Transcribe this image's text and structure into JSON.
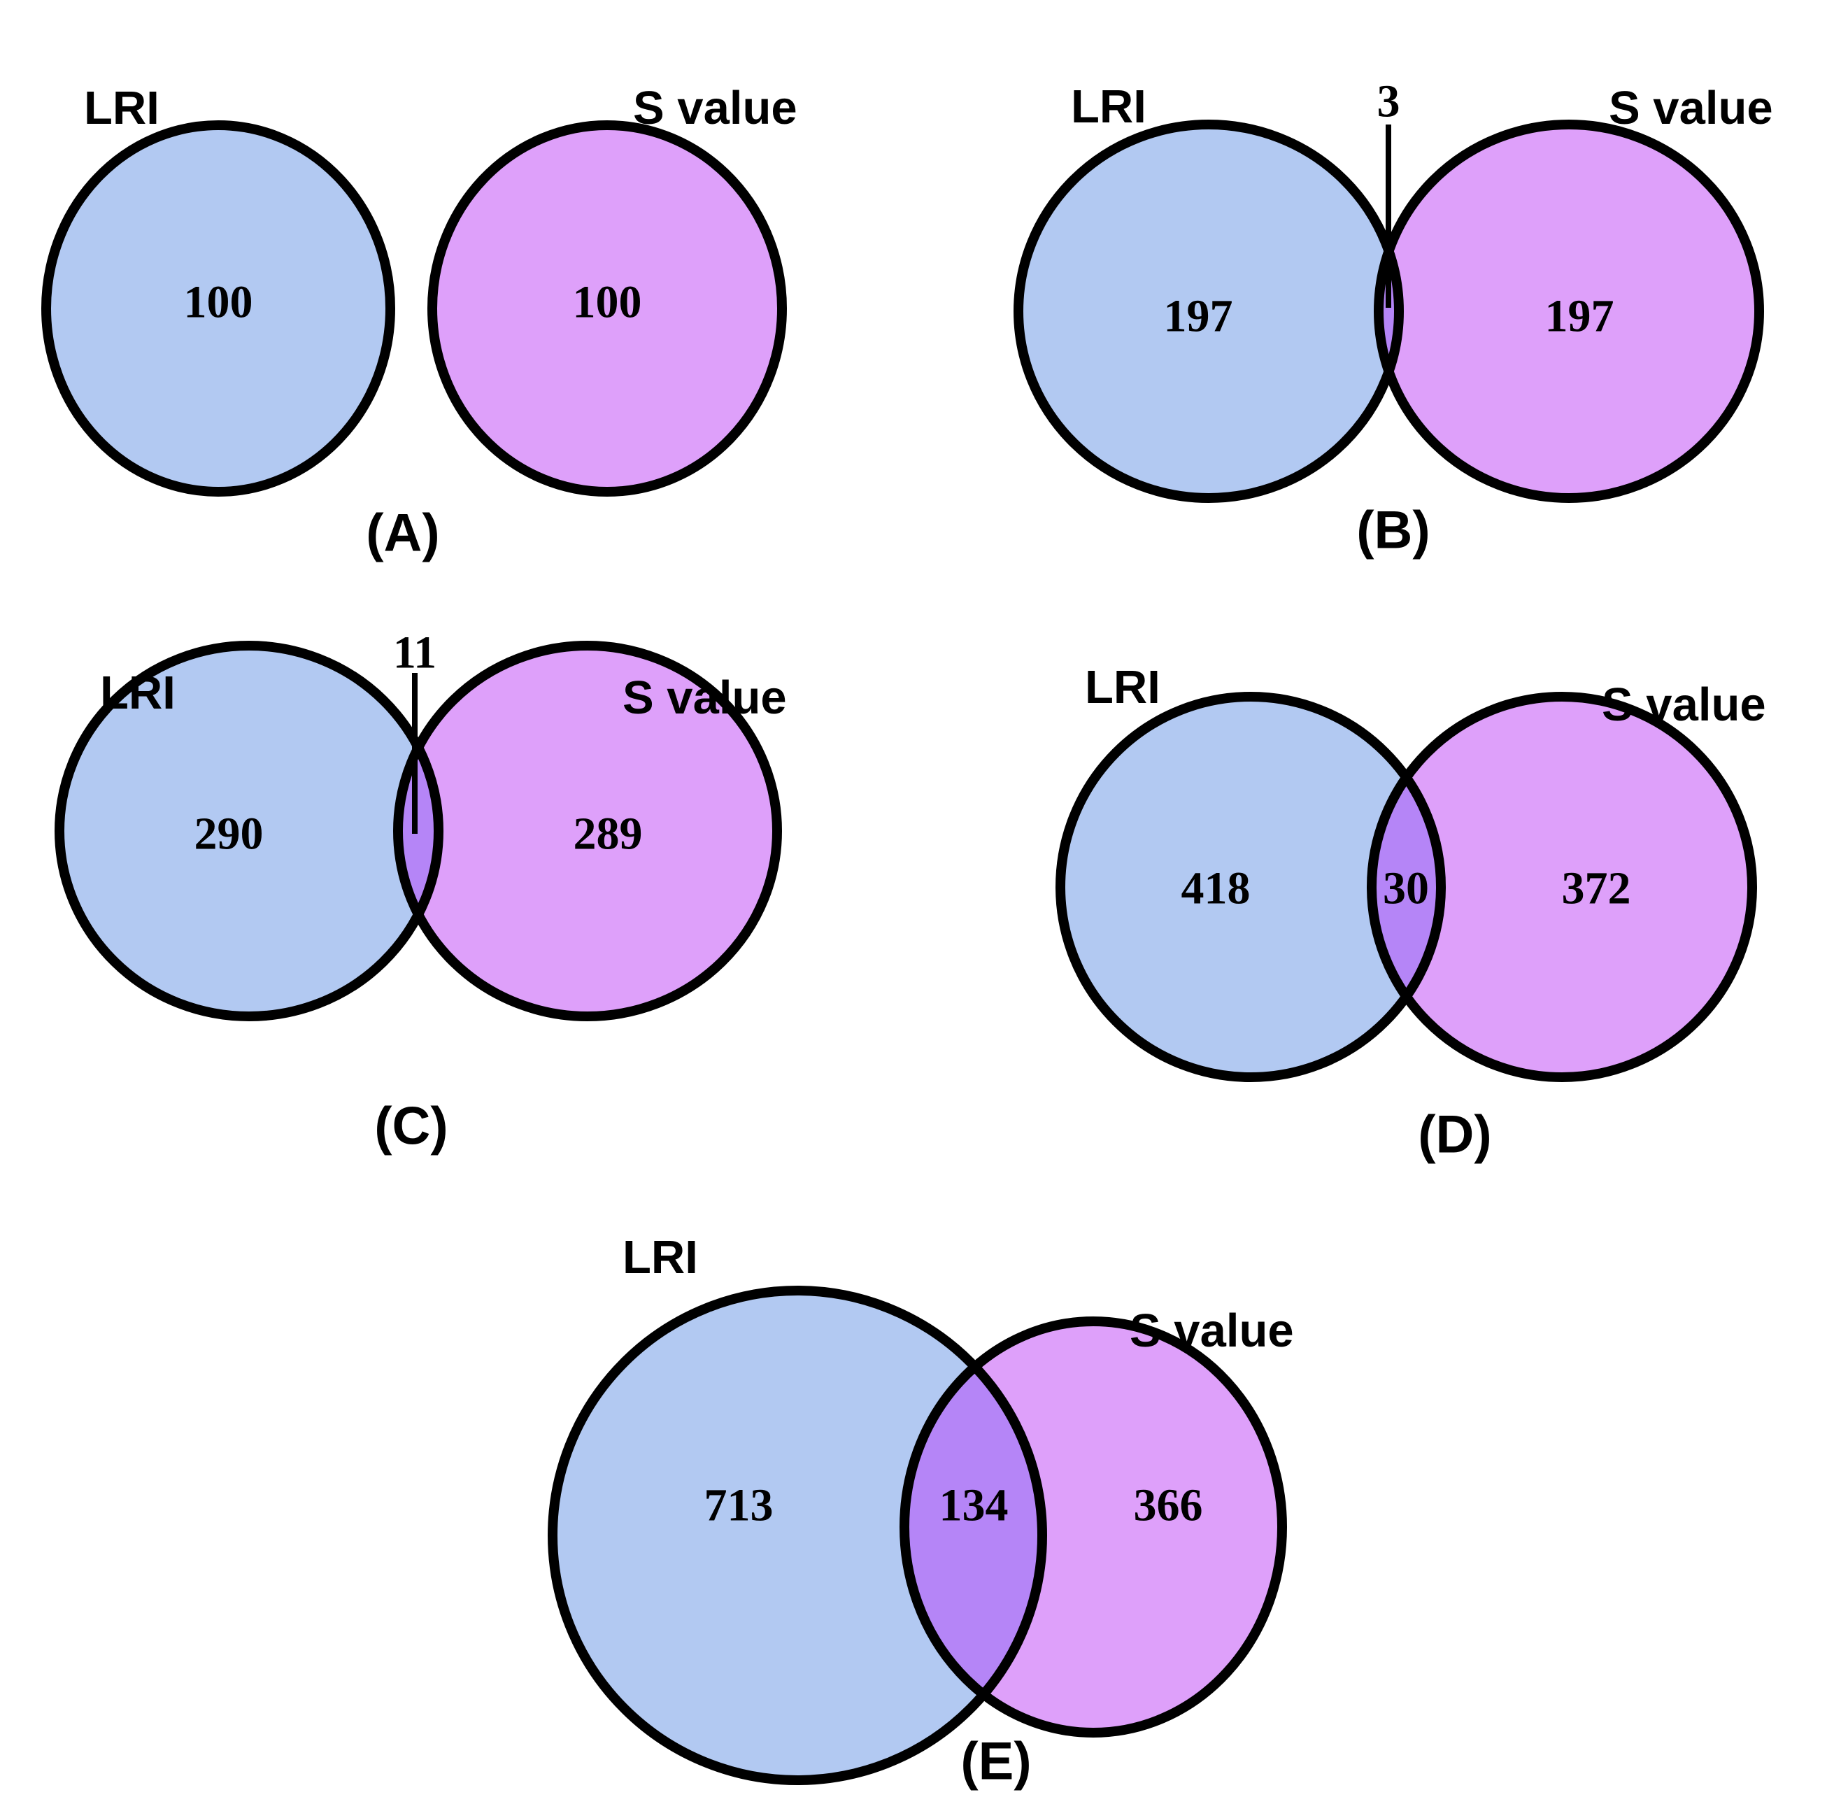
{
  "figure": {
    "set_a_label": "LRI",
    "set_b_label": "S value"
  },
  "colors": {
    "lri_fill": "#b2c9f2",
    "s_value_fill": "#dea0fa",
    "overlap_fill": "#b585f7",
    "outline": "#000000"
  },
  "panels": [
    {
      "caption": "(A)",
      "lri_label": "LRI",
      "s_label": "S value",
      "lri_count": "100",
      "s_count": "100",
      "overlap_count": ""
    },
    {
      "caption": "(B)",
      "lri_label": "LRI",
      "s_label": "S value",
      "lri_count": "197",
      "s_count": "197",
      "overlap_count": "3"
    },
    {
      "caption": "(C)",
      "lri_label": "LRI",
      "s_label": "S value",
      "lri_count": "290",
      "s_count": "289",
      "overlap_count": "11"
    },
    {
      "caption": "(D)",
      "lri_label": "LRI",
      "s_label": "S value",
      "lri_count": "418",
      "s_count": "372",
      "overlap_count": "30"
    },
    {
      "caption": "(E)",
      "lri_label": "LRI",
      "s_label": "S value",
      "lri_count": "713",
      "s_count": "366",
      "overlap_count": "134"
    }
  ],
  "chart_data": {
    "type": "venn",
    "sets": [
      "LRI",
      "S value"
    ],
    "panels": [
      {
        "panel": "A",
        "lri_only": 100,
        "overlap": 0,
        "s_value_only": 100
      },
      {
        "panel": "B",
        "lri_only": 197,
        "overlap": 3,
        "s_value_only": 197
      },
      {
        "panel": "C",
        "lri_only": 290,
        "overlap": 11,
        "s_value_only": 289
      },
      {
        "panel": "D",
        "lri_only": 418,
        "overlap": 30,
        "s_value_only": 372
      },
      {
        "panel": "E",
        "lri_only": 713,
        "overlap": 134,
        "s_value_only": 366
      }
    ]
  }
}
